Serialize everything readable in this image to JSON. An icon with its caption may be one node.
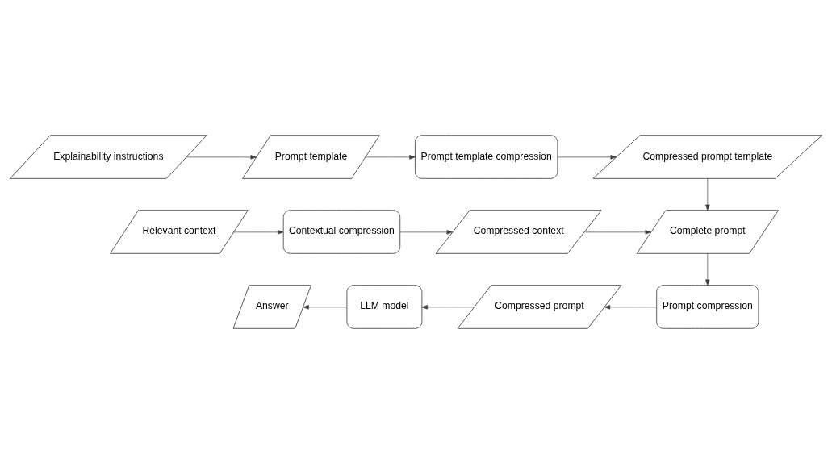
{
  "diagram": {
    "nodes": [
      {
        "text": [
          "Explainability instructions"
        ]
      },
      {
        "text": [
          "Prompt template"
        ]
      },
      {
        "text": [
          "Prompt template compression"
        ]
      },
      {
        "text": [
          "Compressed prompt template"
        ]
      },
      {
        "text": [
          "Relevant context"
        ]
      },
      {
        "text": [
          "Contextual compression"
        ]
      },
      {
        "text": [
          "Compressed context"
        ]
      },
      {
        "text": [
          "Complete prompt"
        ]
      },
      {
        "text": [
          "Answer"
        ]
      },
      {
        "text": [
          "LLM model"
        ]
      },
      {
        "text": [
          "Compressed prompt"
        ]
      },
      {
        "text": [
          "Prompt compression"
        ]
      }
    ],
    "edges": [
      {
        "from": 0,
        "to": 1,
        "arrow": "to"
      },
      {
        "from": 1,
        "to": 2,
        "arrow": "to"
      },
      {
        "from": 2,
        "to": 3,
        "arrow": "to"
      },
      {
        "from": 3,
        "to": 7,
        "arrow": "to"
      },
      {
        "from": 4,
        "to": 5,
        "arrow": "to"
      },
      {
        "from": 5,
        "to": 6,
        "arrow": "to"
      },
      {
        "from": 6,
        "to": 7,
        "arrow": "to"
      },
      {
        "from": 7,
        "to": 11,
        "arrow": "to"
      },
      {
        "from": 11,
        "to": 10,
        "arrow": "to"
      },
      {
        "from": 10,
        "to": 9,
        "arrow": "to"
      },
      {
        "from": 9,
        "to": 8,
        "arrow": "to"
      }
    ]
  }
}
